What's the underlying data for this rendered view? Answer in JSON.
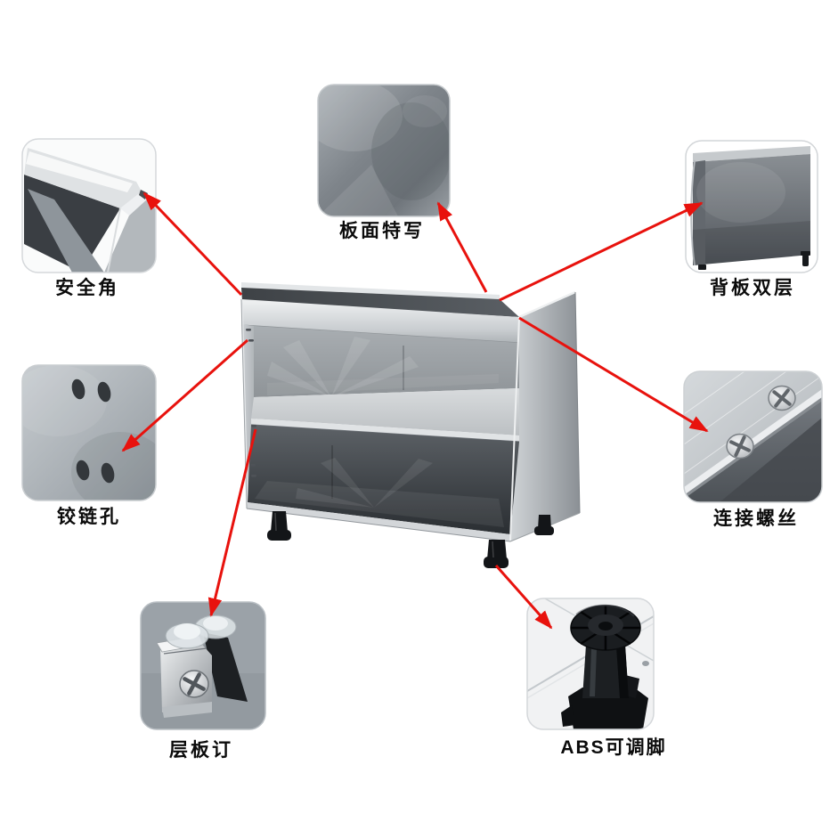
{
  "page": {
    "background_color": "#ffffff"
  },
  "diagram": {
    "type": "product-feature-callout",
    "subject_image": "stainless-steel-open-base-cabinet-with-middle-shelf-and-black-adjustable-feet",
    "arrow_color": "#e8120d",
    "label_color": "#0b0b0b",
    "callouts": [
      {
        "id": "safety-corner",
        "label": "安全角",
        "position": "top-left",
        "photo": "metal-safety-corner-joint"
      },
      {
        "id": "panel-closeup",
        "label": "板面特写",
        "position": "top-center",
        "photo": "stainless-panel-surface-texture"
      },
      {
        "id": "back-panel-double",
        "label": "背板双层",
        "position": "top-right",
        "photo": "double-layer-back-panel"
      },
      {
        "id": "hinge-holes",
        "label": "铰链孔",
        "position": "middle-left",
        "photo": "plate-with-four-hinge-holes"
      },
      {
        "id": "connecting-screws",
        "label": "连接螺丝",
        "position": "middle-right",
        "photo": "edge-with-two-phillips-screws"
      },
      {
        "id": "shelf-pin",
        "label": "层板订",
        "position": "bottom-left",
        "photo": "chrome-shelf-support-clip"
      },
      {
        "id": "abs-adjustable-foot",
        "label": "ABS可调脚",
        "position": "bottom-right",
        "photo": "black-abs-adjustable-foot"
      }
    ]
  }
}
